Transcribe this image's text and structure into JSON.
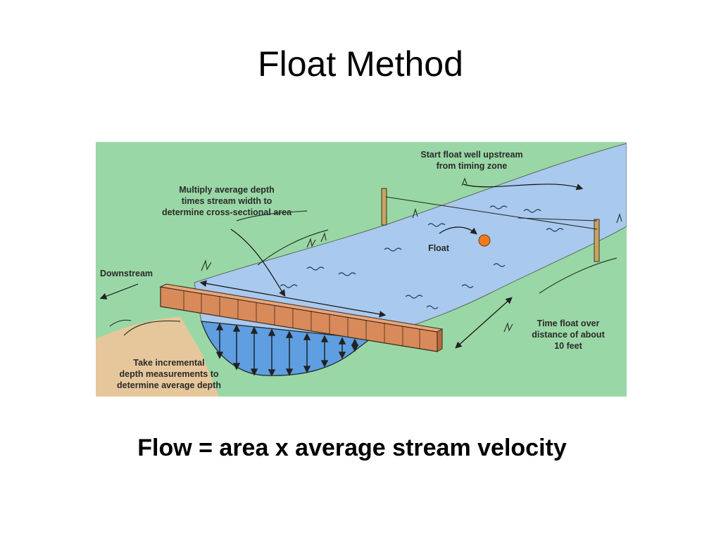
{
  "slide": {
    "title": "Float Method",
    "formula": "Flow = area x average stream velocity"
  },
  "diagram": {
    "labels": {
      "start_float": [
        "Start float well upstream",
        "from timing zone"
      ],
      "multiply": [
        "Multiply average depth",
        "times stream width to",
        "determine cross-sectional area"
      ],
      "float": "Float",
      "downstream": "Downstream",
      "time_float": [
        "Time float over",
        "distance of about",
        "10 feet"
      ],
      "take_depth": [
        "Take incremental",
        "depth measurements to",
        "determine average depth"
      ]
    },
    "colors": {
      "grass": "#9ad7a6",
      "water": "#a9c9ee",
      "cross_section": "#5f9ee0",
      "bank": "#e6c79b",
      "board": "#d98a5a",
      "float": "#f07a1c"
    }
  }
}
